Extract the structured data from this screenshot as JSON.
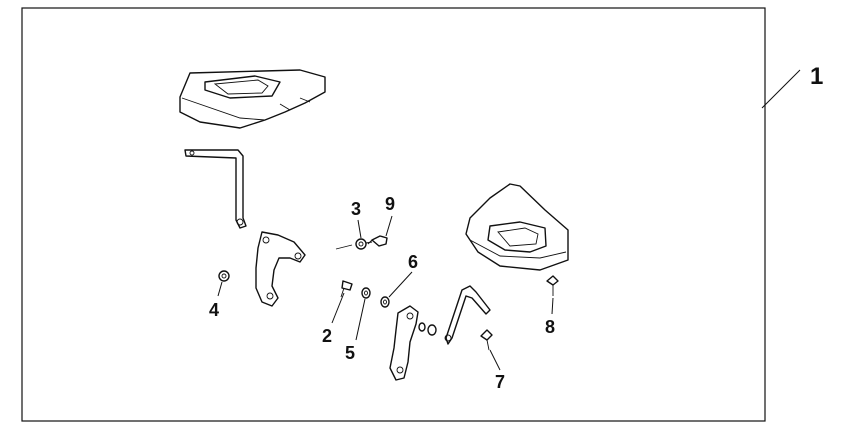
{
  "callouts": {
    "kit": "1",
    "p2": "2",
    "p3": "3",
    "p4": "4",
    "p5": "5",
    "p6": "6",
    "p7": "7",
    "p8": "8",
    "p9": "9"
  },
  "colors": {
    "ink": "#111111",
    "paper": "#ffffff"
  }
}
